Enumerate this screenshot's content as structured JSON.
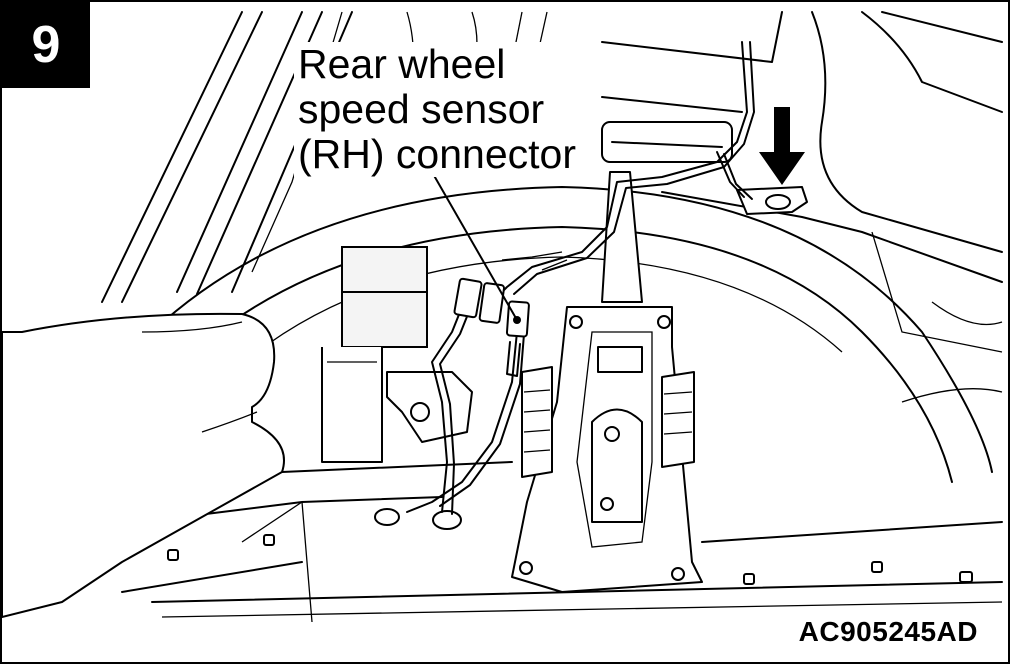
{
  "step_number": "9",
  "callout": {
    "lines": [
      "Rear wheel",
      "speed sensor",
      "(RH) connector"
    ]
  },
  "figure_code": "AC905245AD",
  "colors": {
    "ink": "#000000",
    "paper": "#ffffff"
  },
  "icons": {
    "direction_arrow": "down-arrow-icon"
  }
}
